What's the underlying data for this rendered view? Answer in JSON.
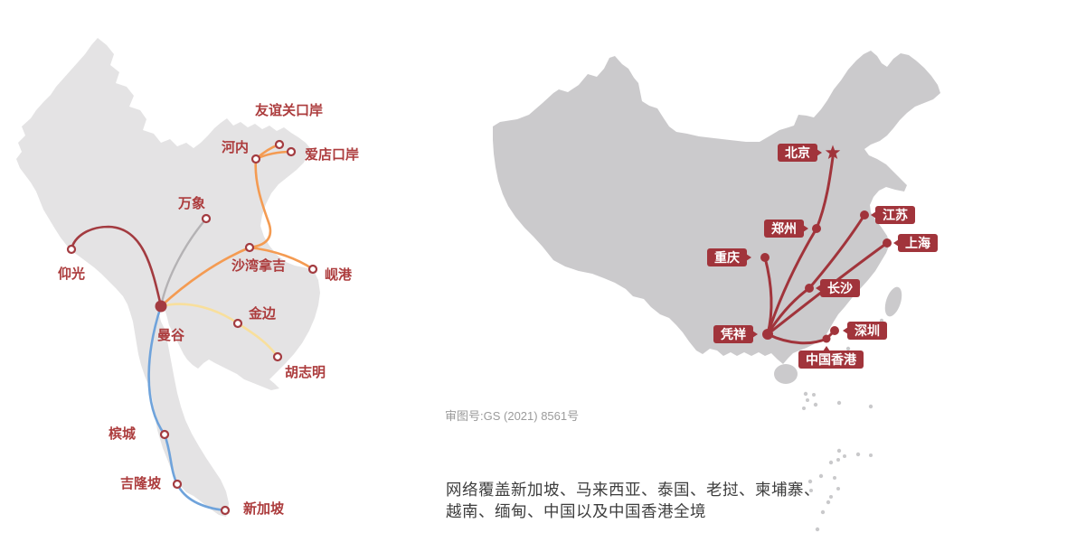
{
  "colors": {
    "route_red": "#A33B40",
    "route_orange": "#F49B52",
    "route_yellow": "#F8DF9C",
    "route_blue": "#6FA3DB",
    "route_gray": "#B4B2B4",
    "label_red": "#AC3C3D",
    "badge_red": "#A1343B",
    "map_light": "#E4E3E4",
    "map_dark": "#CBCACC",
    "island_gray": "#C9C9CB",
    "note_gray": "#9B9B9B",
    "text_dark": "#3E3E3E"
  },
  "left_map": {
    "region": "Southeast Asia network",
    "cities": [
      {
        "name": "youyiguan-port",
        "label": "友谊关口岸"
      },
      {
        "name": "hanoi",
        "label": "河内"
      },
      {
        "name": "aidian-port",
        "label": "爱店口岸"
      },
      {
        "name": "vientiane",
        "label": "万象"
      },
      {
        "name": "savannakhet",
        "label": "沙湾拿吉"
      },
      {
        "name": "da-nang",
        "label": "岘港"
      },
      {
        "name": "yangon",
        "label": "仰光"
      },
      {
        "name": "bangkok",
        "label": "曼谷",
        "marker": "hub"
      },
      {
        "name": "phnom-penh",
        "label": "金边"
      },
      {
        "name": "ho-chi-minh",
        "label": "胡志明"
      },
      {
        "name": "penang",
        "label": "槟城"
      },
      {
        "name": "kuala-lumpur",
        "label": "吉隆坡"
      },
      {
        "name": "singapore",
        "label": "新加坡"
      }
    ]
  },
  "right_map": {
    "region": "China network",
    "cities": [
      {
        "name": "beijing",
        "label": "北京",
        "marker": "star"
      },
      {
        "name": "zhengzhou",
        "label": "郑州"
      },
      {
        "name": "jiangsu",
        "label": "江苏"
      },
      {
        "name": "shanghai",
        "label": "上海"
      },
      {
        "name": "chongqing",
        "label": "重庆"
      },
      {
        "name": "changsha",
        "label": "长沙"
      },
      {
        "name": "pingxiang",
        "label": "凭祥",
        "marker": "hub"
      },
      {
        "name": "shenzhen",
        "label": "深圳"
      },
      {
        "name": "hong-kong",
        "label": "中国香港"
      }
    ]
  },
  "captions": {
    "approval": "审图号:GS (2021) 8561号",
    "coverage_line1": "网络覆盖新加坡、马来西亚、泰国、老挝、柬埔寨、",
    "coverage_line2": "越南、缅甸、中国以及中国香港全境"
  }
}
